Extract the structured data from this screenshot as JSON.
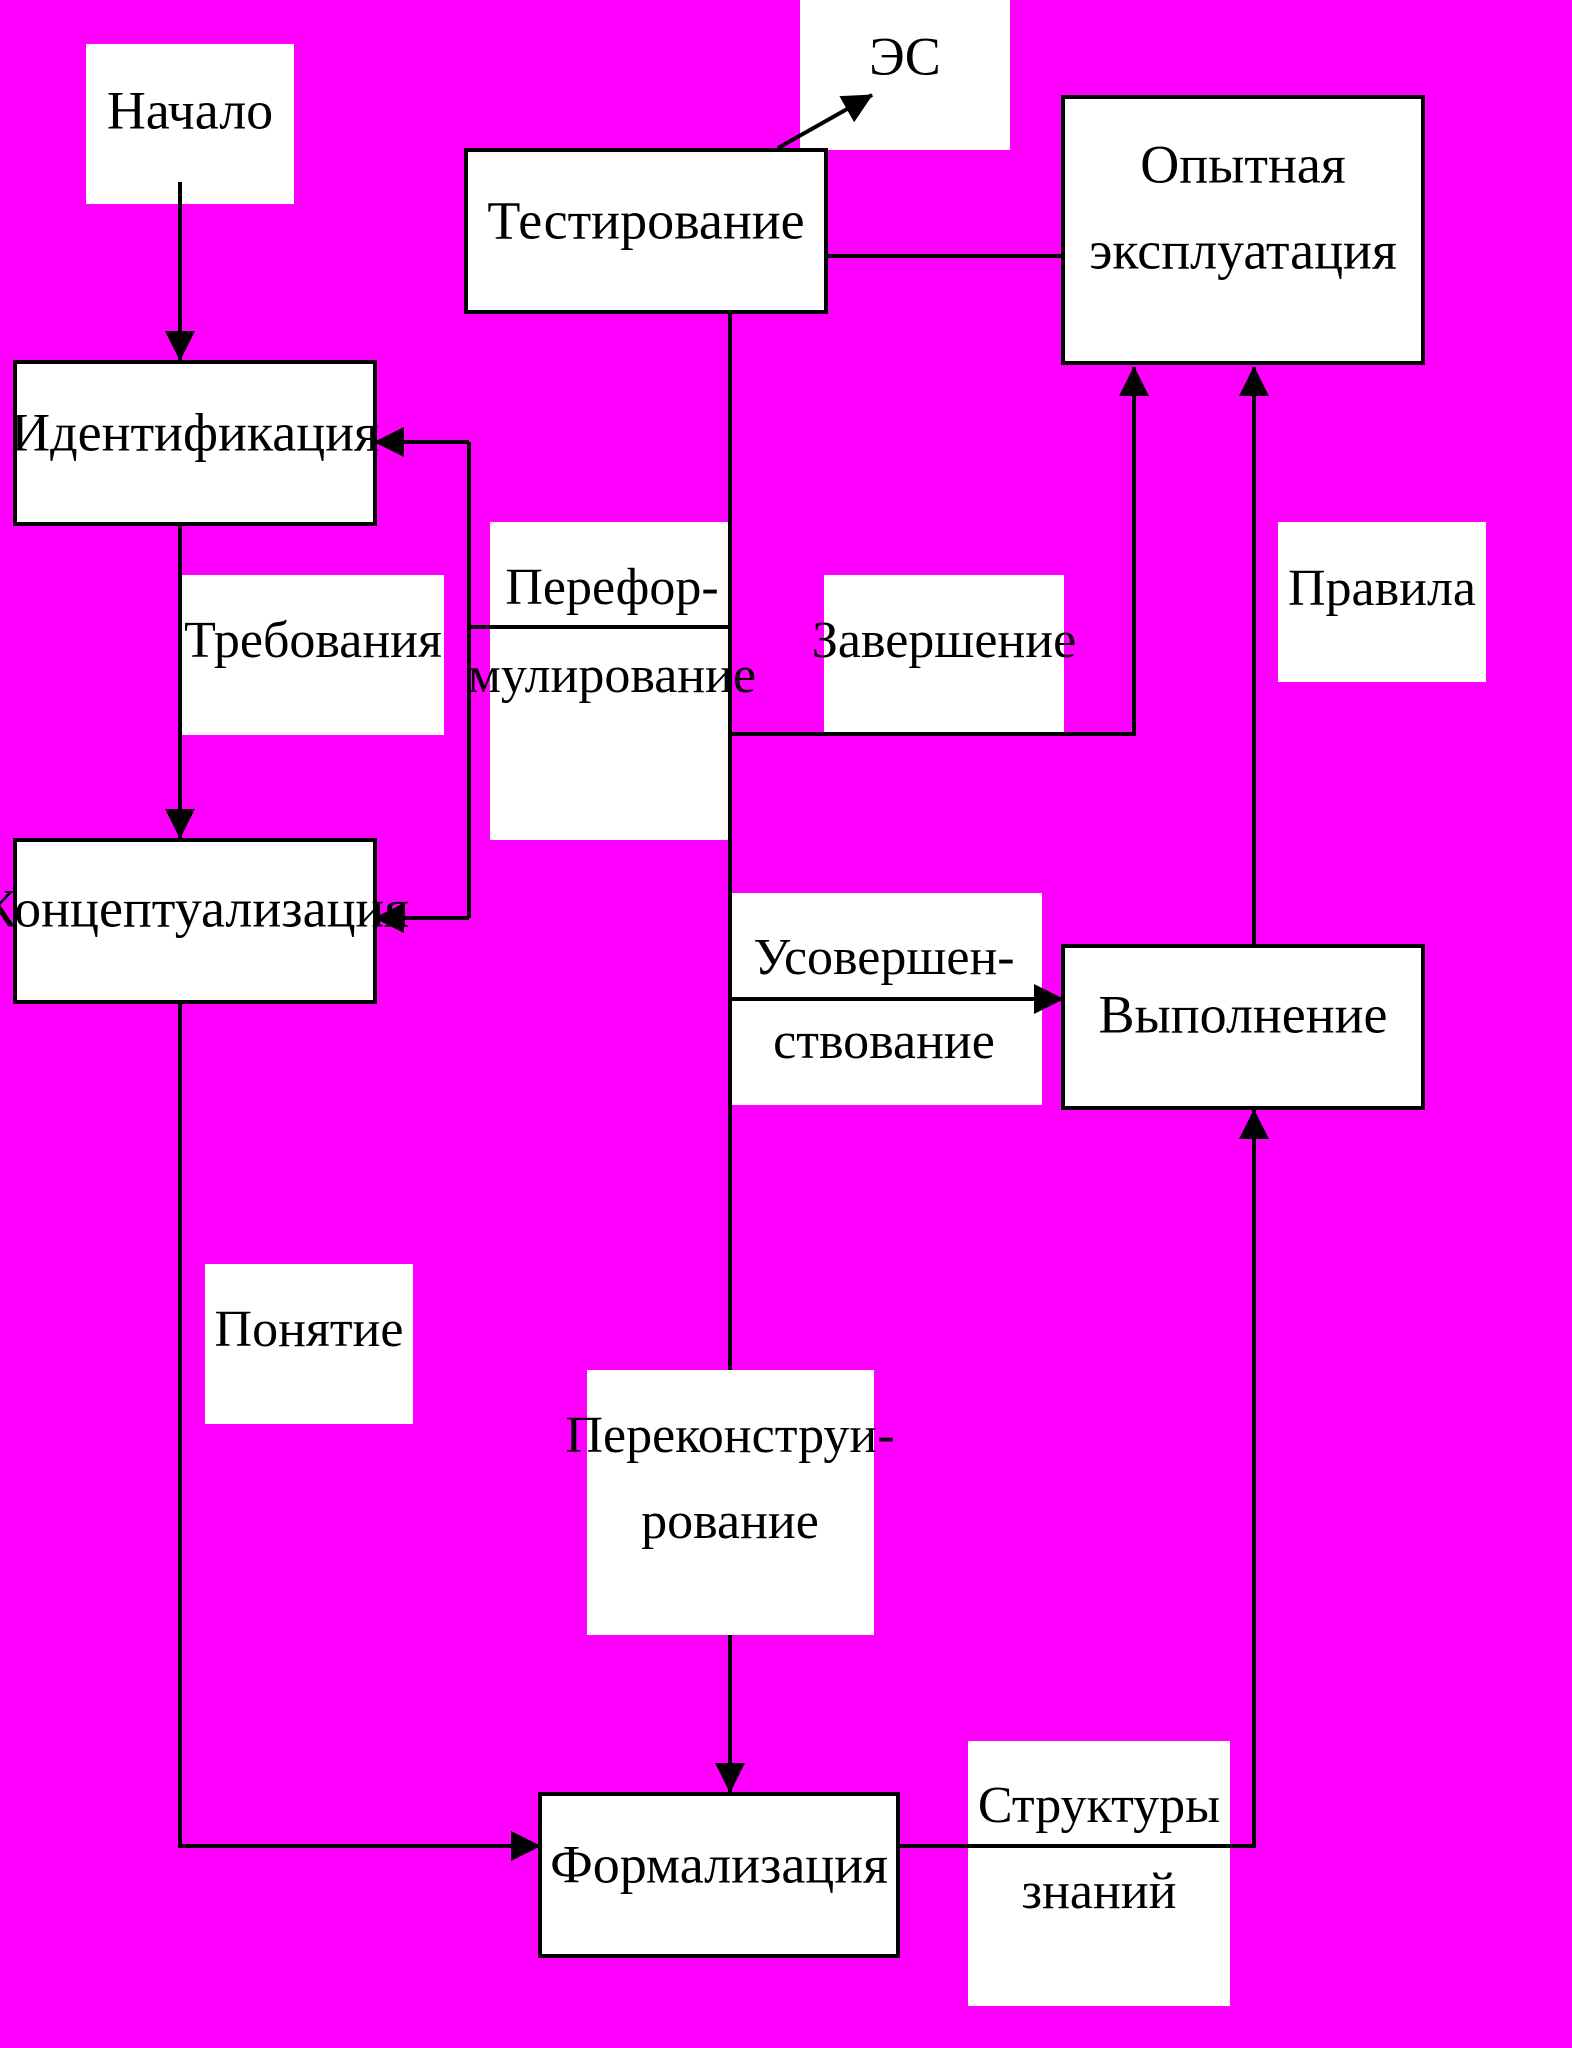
{
  "colors": {
    "background": "#ff00ff",
    "outer": "#000000",
    "box": "#ffffff",
    "stroke": "#000000"
  },
  "nodes": {
    "start": "Начало",
    "es": "ЭС",
    "testing": "Тестирование",
    "trial_line1": "Опытная",
    "trial_line2": "эксплуатация",
    "identification": "Идентификация",
    "conceptualization": "Концептуализация",
    "execution": "Выполнение",
    "formalization": "Формализация"
  },
  "labels": {
    "requirements": "Требования",
    "reform_line1": "Перефор-",
    "reform_line2": "мулирование",
    "completion": "Завершение",
    "rules": "Правила",
    "improve_line1": "Усовершен-",
    "improve_line2": "ствование",
    "concept": "Понятие",
    "recon_line1": "Переконструи-",
    "recon_line2": "рование",
    "structs_line1": "Структуры",
    "structs_line2": "знаний"
  }
}
